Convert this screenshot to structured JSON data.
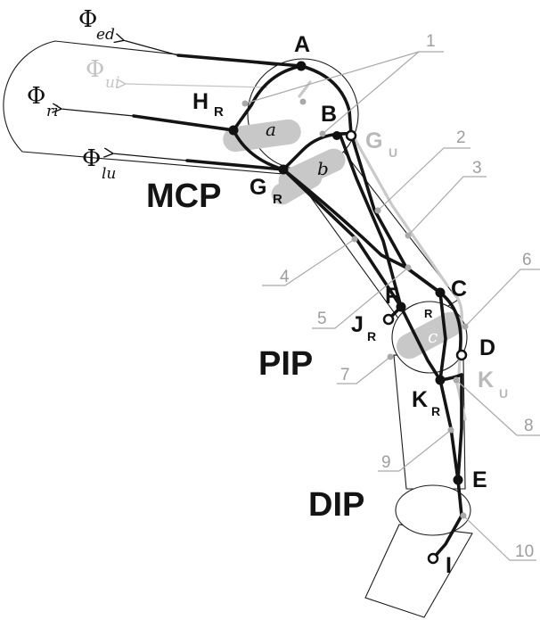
{
  "points": {
    "A": "A",
    "B": "B",
    "C": "C",
    "D": "D",
    "E": "E",
    "F": "F",
    "I": "I",
    "H": "H",
    "H_sub": "R",
    "G_R": "G",
    "G_R_sub": "R",
    "G_U": "G",
    "G_U_sub": "U",
    "F_sub": "R",
    "J": "J",
    "J_sub": "R",
    "K_R": "K",
    "K_R_sub": "R",
    "K_U": "K",
    "K_U_sub": "U"
  },
  "forces": {
    "ed": {
      "symbol": "Φ",
      "sub": "ed"
    },
    "ui": {
      "symbol": "Φ",
      "sub": "ui"
    },
    "ri": {
      "symbol": "Φ",
      "sub": "ri"
    },
    "lu": {
      "symbol": "Φ",
      "sub": "lu"
    }
  },
  "joints": {
    "mcp": "MCP",
    "pip": "PIP",
    "dip": "DIP"
  },
  "sesamoids": {
    "a": "a",
    "b": "b",
    "c": "c"
  },
  "callouts": [
    "1",
    "2",
    "3",
    "4",
    "5",
    "6",
    "7",
    "8",
    "9",
    "10"
  ],
  "colors": {
    "tendon": "#141414",
    "ulnar_tendon": "#c9c9c9",
    "leader": "#a9a9a9",
    "bone_shading": "#c8c8c8"
  }
}
